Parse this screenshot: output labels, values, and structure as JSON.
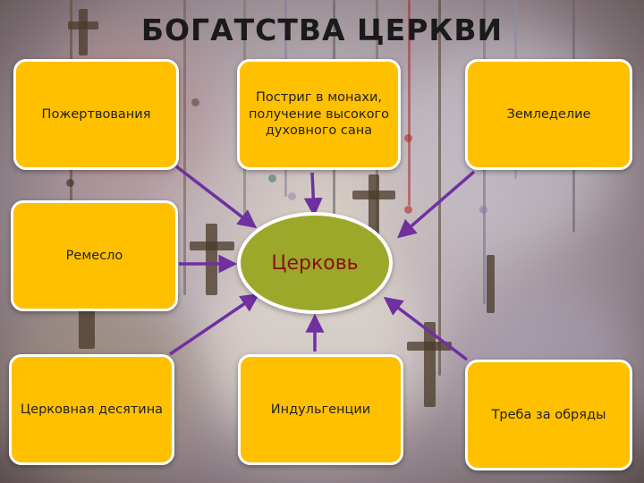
{
  "title": "БОГАТСТВА ЦЕРКВИ",
  "center": "Церковь",
  "sources": [
    {
      "id": "donations",
      "label": "Пожертвования"
    },
    {
      "id": "ordination",
      "label": "Постриг в монахи, получение высокого духовного сана"
    },
    {
      "id": "agriculture",
      "label": "Земледелие"
    },
    {
      "id": "craft",
      "label": "Ремесло"
    },
    {
      "id": "tithe",
      "label": "Церковная десятина"
    },
    {
      "id": "indulgences",
      "label": "Индульгенции"
    },
    {
      "id": "rites",
      "label": "Треба за обряды"
    }
  ],
  "colors": {
    "box_fill": "#ffc000",
    "center_fill": "#9ca82a",
    "center_text": "#8a1010",
    "arrow": "#7030a0"
  }
}
